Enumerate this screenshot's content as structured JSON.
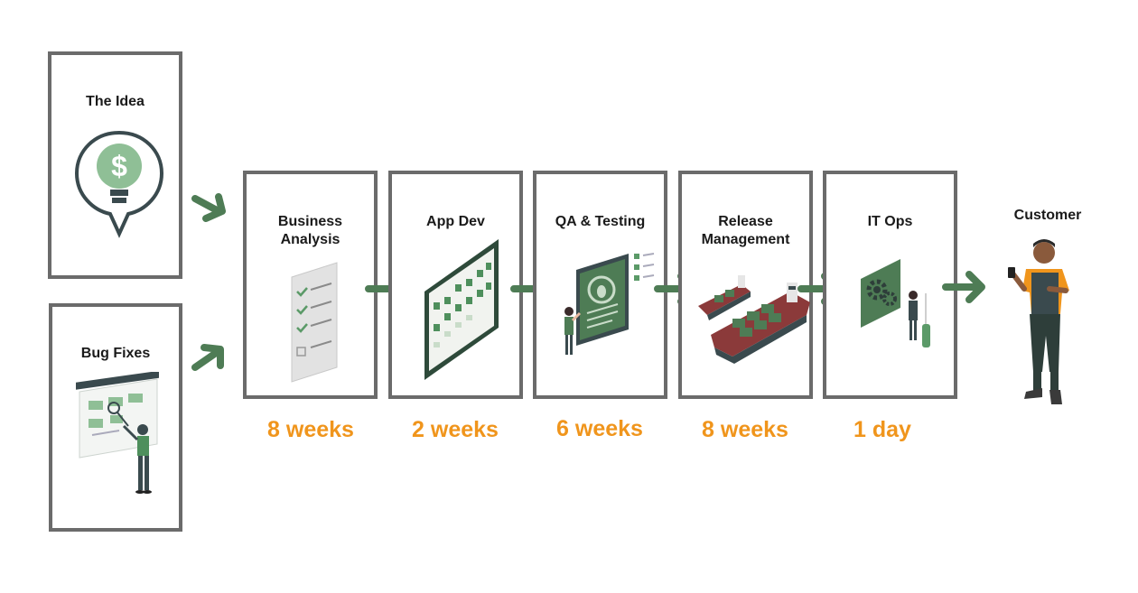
{
  "idea": {
    "title": "The Idea",
    "symbol": "$"
  },
  "bugfix": {
    "title": "Bug Fixes"
  },
  "stages": [
    {
      "title": "Business Analysis",
      "duration": "8 weeks"
    },
    {
      "title": "App Dev",
      "duration": "2 weeks"
    },
    {
      "title": "QA & Testing",
      "duration": "6 weeks"
    },
    {
      "title": "Release Management",
      "duration": "8 weeks"
    },
    {
      "title": "IT Ops",
      "duration": "1 day"
    }
  ],
  "customer": {
    "title": "Customer"
  },
  "colors": {
    "box_border": "#6b6b6b",
    "arrow": "#4e7c55",
    "duration": "#f0951c",
    "accent_green": "#5b9a68",
    "dark_slate": "#3a4a4e"
  },
  "icons": [
    "dollar-lightbulb-icon",
    "bug-fixing-board-icon",
    "checklist-icon",
    "kanban-board-icon",
    "bug-testing-screen-icon",
    "cargo-ship-icon",
    "gear-panel-icon",
    "customer-person-icon"
  ]
}
